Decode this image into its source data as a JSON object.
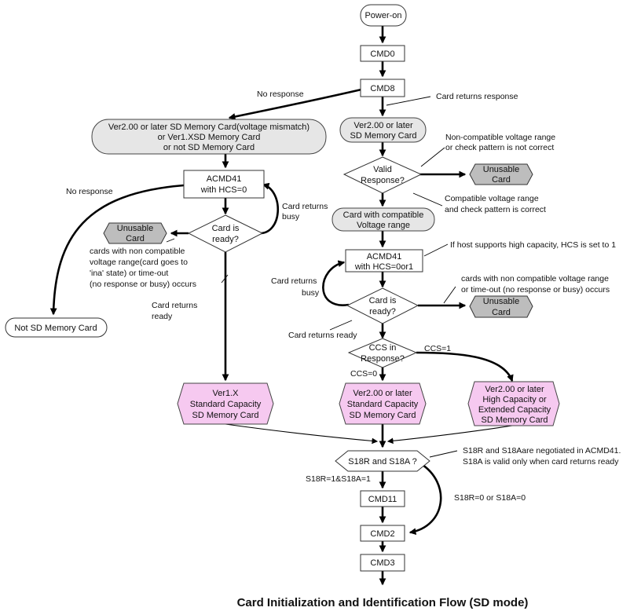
{
  "nodes": {
    "power_on": "Power-on",
    "cmd0": "CMD0",
    "cmd8": "CMD8",
    "mismatch": [
      "Ver2.00 or later SD Memory Card(voltage mismatch)",
      "or Ver1.XSD Memory Card",
      "or not SD Memory Card"
    ],
    "ver2_left": [
      "Ver2.00 or later",
      "SD Memory Card"
    ],
    "valid_response": [
      "Valid",
      "Response?"
    ],
    "unusable_1": [
      "Unusable",
      "Card"
    ],
    "compatible_card": [
      "Card with compatible",
      "Voltage range"
    ],
    "acmd41_left": [
      "ACMD41",
      "with HCS=0"
    ],
    "card_ready_left": [
      "Card is",
      "ready?"
    ],
    "unusable_2": [
      "Unusable",
      "Card"
    ],
    "not_sd": "Not SD Memory Card",
    "acmd41_right": [
      "ACMD41",
      "with HCS=0or1"
    ],
    "card_ready_right": [
      "Card is",
      "ready?"
    ],
    "unusable_3": [
      "Unusable",
      "Card"
    ],
    "ccs": [
      "CCS in",
      "Response?"
    ],
    "ver1x": [
      "Ver1.X",
      "Standard Capacity",
      "SD Memory Card"
    ],
    "ver2_std": [
      "Ver2.00 or later",
      "Standard Capacity",
      "SD Memory Card"
    ],
    "ver2_high": [
      "Ver2.00 or later",
      "High Capacity or",
      "Extended Capacity",
      "SD Memory Card"
    ],
    "s18r": "S18R and S18A ?",
    "cmd11": "CMD11",
    "cmd2": "CMD2",
    "cmd3": "CMD3"
  },
  "annotations": {
    "no_response_top": "No response",
    "card_returns_response": "Card returns response",
    "non_compatible": [
      "Non-compatible voltage range",
      "or check pattern is not correct"
    ],
    "compatible": [
      "Compatible voltage range",
      "and check pattern is correct"
    ],
    "no_response_left": "No response",
    "card_returns_busy_left": [
      "Card returns",
      "busy"
    ],
    "inactive_note": [
      "cards with non compatible",
      "voltage range(card goes to",
      "'ina' state) or time-out",
      "(no response or busy) occurs"
    ],
    "card_returns_ready_left": [
      "Card returns",
      "ready"
    ],
    "hcs_note": "If host supports high capacity, HCS is set to  1",
    "card_returns_busy_right": [
      "Card returns",
      "busy"
    ],
    "non_compatible_right": [
      "cards with non compatible voltage range",
      "or time-out (no response or busy) occurs"
    ],
    "card_returns_ready_right": "Card returns ready",
    "ccs1": "CCS=1",
    "ccs0": "CCS=0",
    "s18_note": [
      "S18R and S18Aare negotiated in ACMD41.",
      "S18A is valid only when card returns ready"
    ],
    "s18_yes": "S18R=1&S18A=1",
    "s18_no": "S18R=0 or S18A=0"
  },
  "title": "Card Initialization and Identification Flow (SD mode)"
}
